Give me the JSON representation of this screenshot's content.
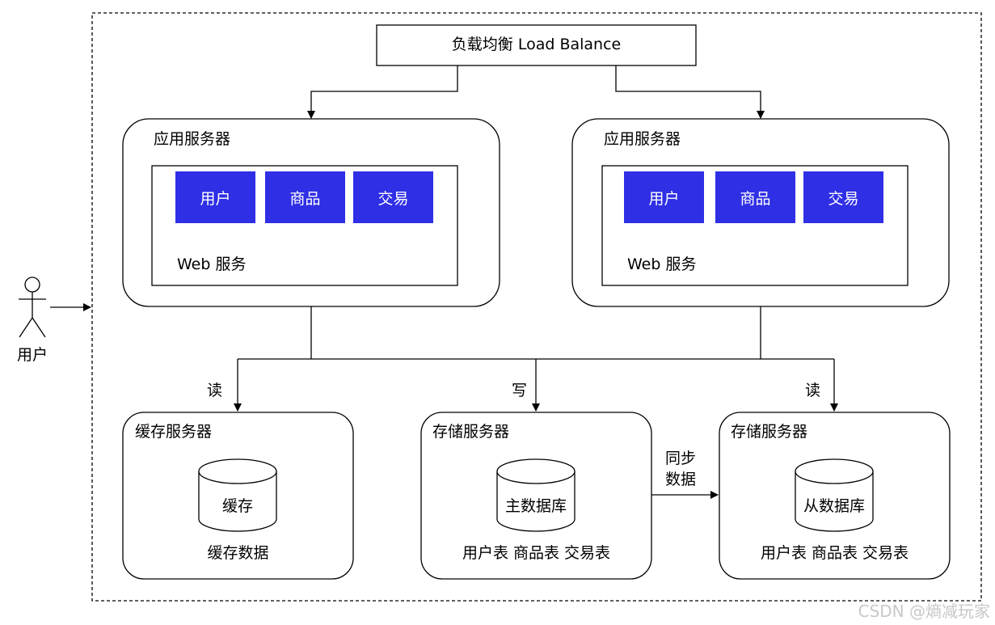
{
  "load_balancer": {
    "label": "负载均衡 Load Balance"
  },
  "app_servers": [
    {
      "title": "应用服务器",
      "modules": [
        "用户",
        "商品",
        "交易"
      ],
      "web_label": "Web 服务"
    },
    {
      "title": "应用服务器",
      "modules": [
        "用户",
        "商品",
        "交易"
      ],
      "web_label": "Web 服务"
    }
  ],
  "actor": {
    "label": "用户"
  },
  "edges": {
    "read_left": "读",
    "write": "写",
    "read_right": "读",
    "sync": [
      "同步",
      "数据"
    ]
  },
  "cache_server": {
    "title": "缓存服务器",
    "db_label": "缓存",
    "caption": "缓存数据"
  },
  "master_storage": {
    "title": "存储服务器",
    "db_label": "主数据库",
    "caption": "用户表 商品表 交易表"
  },
  "slave_storage": {
    "title": "存储服务器",
    "db_label": "从数据库",
    "caption": "用户表 商品表 交易表"
  },
  "watermark": "CSDN @熵减玩家",
  "colors": {
    "module_fill": "#2f2fe6",
    "stroke": "#000000"
  }
}
